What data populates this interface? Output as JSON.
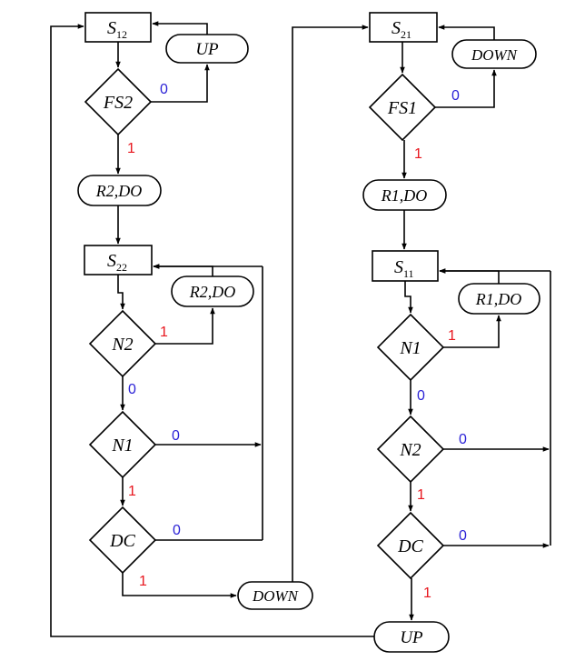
{
  "colors": {
    "yes_label": "#e8161e",
    "no_label": "#2b22d6",
    "line": "#000000"
  },
  "left": {
    "s12": {
      "main": "S",
      "sub": "12"
    },
    "up": "UP",
    "fs2": "FS2",
    "r2do_a": "R2,DO",
    "s22": {
      "main": "S",
      "sub": "22"
    },
    "r2do_b": "R2,DO",
    "n2": "N2",
    "n1": "N1",
    "dc": "DC",
    "down": "DOWN"
  },
  "right": {
    "s21": {
      "main": "S",
      "sub": "21"
    },
    "down": "DOWN",
    "fs1": "FS1",
    "r1do_a": "R1,DO",
    "s11": {
      "main": "S",
      "sub": "11"
    },
    "r1do_b": "R1,DO",
    "n1": "N1",
    "n2": "N2",
    "dc": "DC",
    "up": "UP"
  },
  "branch": {
    "yes": "1",
    "no": "0"
  }
}
